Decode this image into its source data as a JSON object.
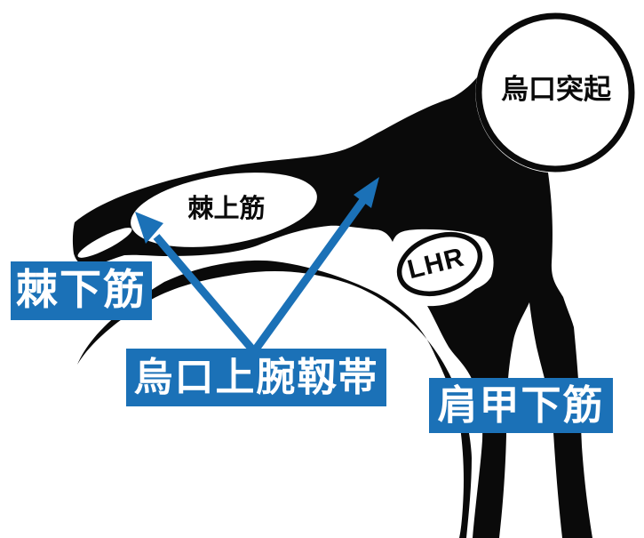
{
  "diagram": {
    "type": "anatomy-illustration",
    "subject": "shoulder coracohumeral ligament schema",
    "colors": {
      "background": "#ffffff",
      "ink": "#0a0a0a",
      "accent_blue": "#1b71b7",
      "label_text": "#ffffff"
    },
    "labels": {
      "coracoid_process": "烏口突起",
      "supraspinatus": "棘上筋",
      "lhr": "LHR",
      "infraspinatus": "棘下筋",
      "coracohumeral_ligament": "烏口上腕靱帯",
      "subscapularis": "肩甲下筋"
    },
    "annotations": {
      "arrow_count": 2,
      "arrows_from": "烏口上腕靱帯",
      "arrow_color": "#1b71b7"
    }
  }
}
